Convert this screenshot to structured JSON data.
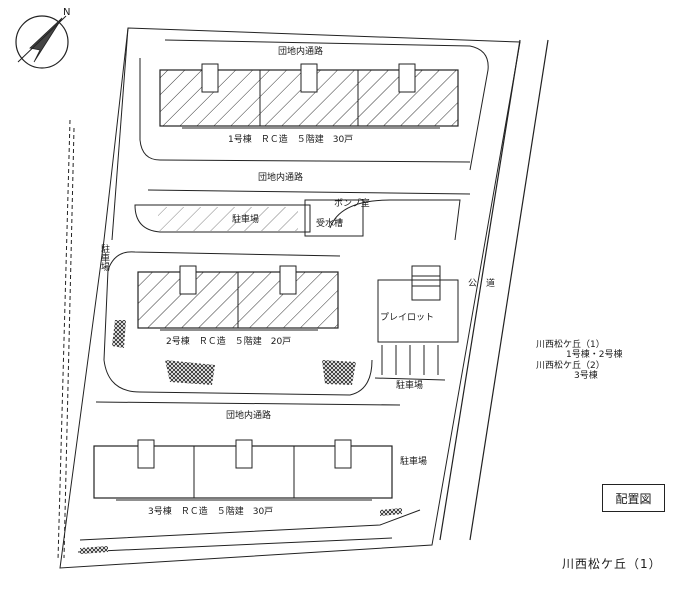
{
  "site": {
    "passage_top": "団地内通路",
    "passage_mid": "団地内通路",
    "passage_bottom": "団地内通路",
    "public_road": "公　道",
    "parking_left": "駐車場",
    "parking_center": "駐車場",
    "parking_right_mid": "駐車場",
    "parking_right_low": "駐車場",
    "pump_room": "ポンプ室",
    "water_tank": "受水槽",
    "play_lot": "プレイロット"
  },
  "buildings": [
    {
      "caption": "1号棟　ＲＣ造　５階建　30戸"
    },
    {
      "caption": "2号棟　ＲＣ造　５階建　20戸"
    },
    {
      "caption": "3号棟　ＲＣ造　５階建　30戸"
    }
  ],
  "notes": {
    "line1": "川西松ケ丘（1）",
    "line2": "1号棟・2号棟",
    "line3": "川西松ケ丘（2）",
    "line4": "3号棟"
  },
  "title": "配置図",
  "page_caption": "川西松ケ丘（1）",
  "north_letter": "N"
}
